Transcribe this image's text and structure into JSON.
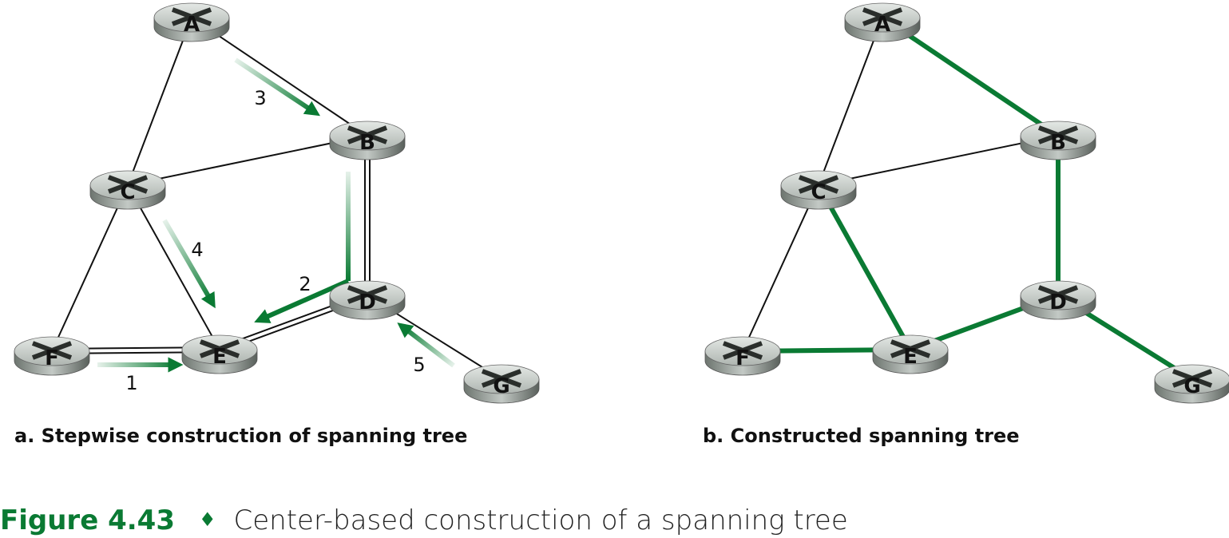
{
  "colors": {
    "tree": "#0a7a33",
    "link": "#111111",
    "router_top": "#c9ceca",
    "router_side": "#8e9590"
  },
  "node_icon": "router-icon",
  "diagram_a": {
    "caption": "a. Stepwise construction of spanning tree",
    "nodes": [
      "A",
      "B",
      "C",
      "D",
      "E",
      "F",
      "G"
    ],
    "links": [
      [
        "A",
        "B"
      ],
      [
        "A",
        "C"
      ],
      [
        "C",
        "B"
      ],
      [
        "B",
        "D"
      ],
      [
        "C",
        "F"
      ],
      [
        "C",
        "E"
      ],
      [
        "F",
        "E"
      ],
      [
        "E",
        "D"
      ],
      [
        "D",
        "G"
      ]
    ],
    "steps": [
      {
        "label": "1",
        "from": "F",
        "to": "E"
      },
      {
        "label": "2",
        "from": "B",
        "to": "E",
        "via": "D"
      },
      {
        "label": "3",
        "from": "A",
        "to": "B"
      },
      {
        "label": "4",
        "from": "C",
        "to": "E"
      },
      {
        "label": "5",
        "from": "G",
        "to": "D"
      }
    ]
  },
  "diagram_b": {
    "caption": "b. Constructed spanning tree",
    "nodes": [
      "A",
      "B",
      "C",
      "D",
      "E",
      "F",
      "G"
    ],
    "links": [
      [
        "A",
        "C"
      ],
      [
        "C",
        "B"
      ],
      [
        "C",
        "F"
      ]
    ],
    "tree_links": [
      [
        "A",
        "B"
      ],
      [
        "B",
        "D"
      ],
      [
        "D",
        "E"
      ],
      [
        "D",
        "G"
      ],
      [
        "C",
        "E"
      ],
      [
        "F",
        "E"
      ]
    ]
  },
  "figure": {
    "number": "Figure 4.43",
    "separator": "♦",
    "title": "Center-based construction of a spanning tree"
  }
}
